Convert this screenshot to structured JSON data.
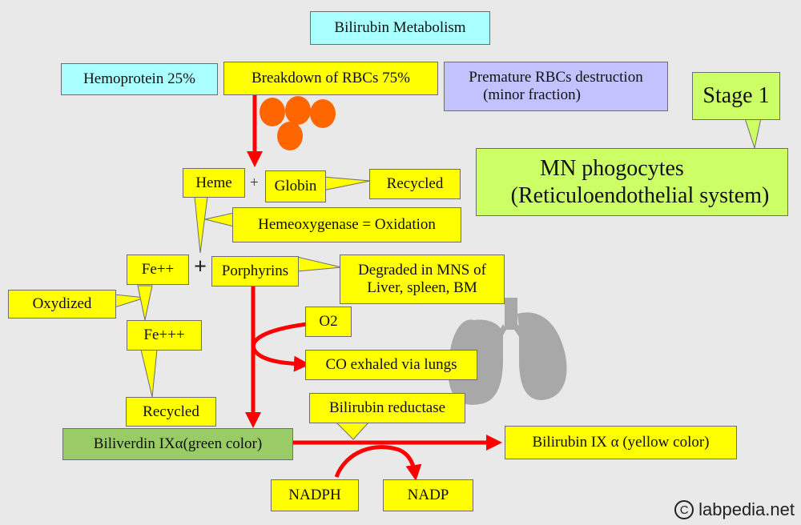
{
  "title": "Bilirubin Metabolism",
  "sources": {
    "hemoprotein": "Hemoprotein 25%",
    "rbc_breakdown": "Breakdown of RBCs 75%",
    "premature_line1": "Premature RBCs destruction",
    "premature_line2": "(minor fraction)"
  },
  "stage": {
    "label": "Stage 1",
    "cells_line1": "MN phogocytes",
    "cells_line2": "(Reticuloendothelial system)"
  },
  "step1": {
    "heme": "Heme",
    "plus": "+",
    "globin": "Globin",
    "recycled": "Recycled",
    "enzyme": "Hemeoxygenase = Oxidation"
  },
  "step2": {
    "fe2": "Fe++",
    "plus": "+",
    "porphyrins": "Porphyrins",
    "degraded_line1": "Degraded in MNS of",
    "degraded_line2": "Liver, spleen, BM",
    "oxydized": "Oxydized",
    "fe3": "Fe+++",
    "fe_recycled": "Recycled"
  },
  "gases": {
    "o2": "O2",
    "co": "CO exhaled via lungs"
  },
  "step3": {
    "biliverdin": "Biliverdin IXα(green color)",
    "reductase": "Bilirubin reductase",
    "bilirubin": "Bilirubin IX α (yellow color)",
    "nadph": "NADPH",
    "nadp": "NADP"
  },
  "watermark": {
    "symbol": "C",
    "text": "labpedia.net"
  },
  "colors": {
    "arrow": "#ff0000",
    "rbc": "#ff6600",
    "lungs": "#a8a8a8",
    "yellow_box": "#ffff00",
    "cyan_box": "#aaffff",
    "lavender_box": "#c2c2ff",
    "lime_box": "#ccff66",
    "green_box": "#99cc66"
  },
  "icons": [
    "red-blood-cells-icon",
    "lungs-icon",
    "copyright-icon"
  ]
}
